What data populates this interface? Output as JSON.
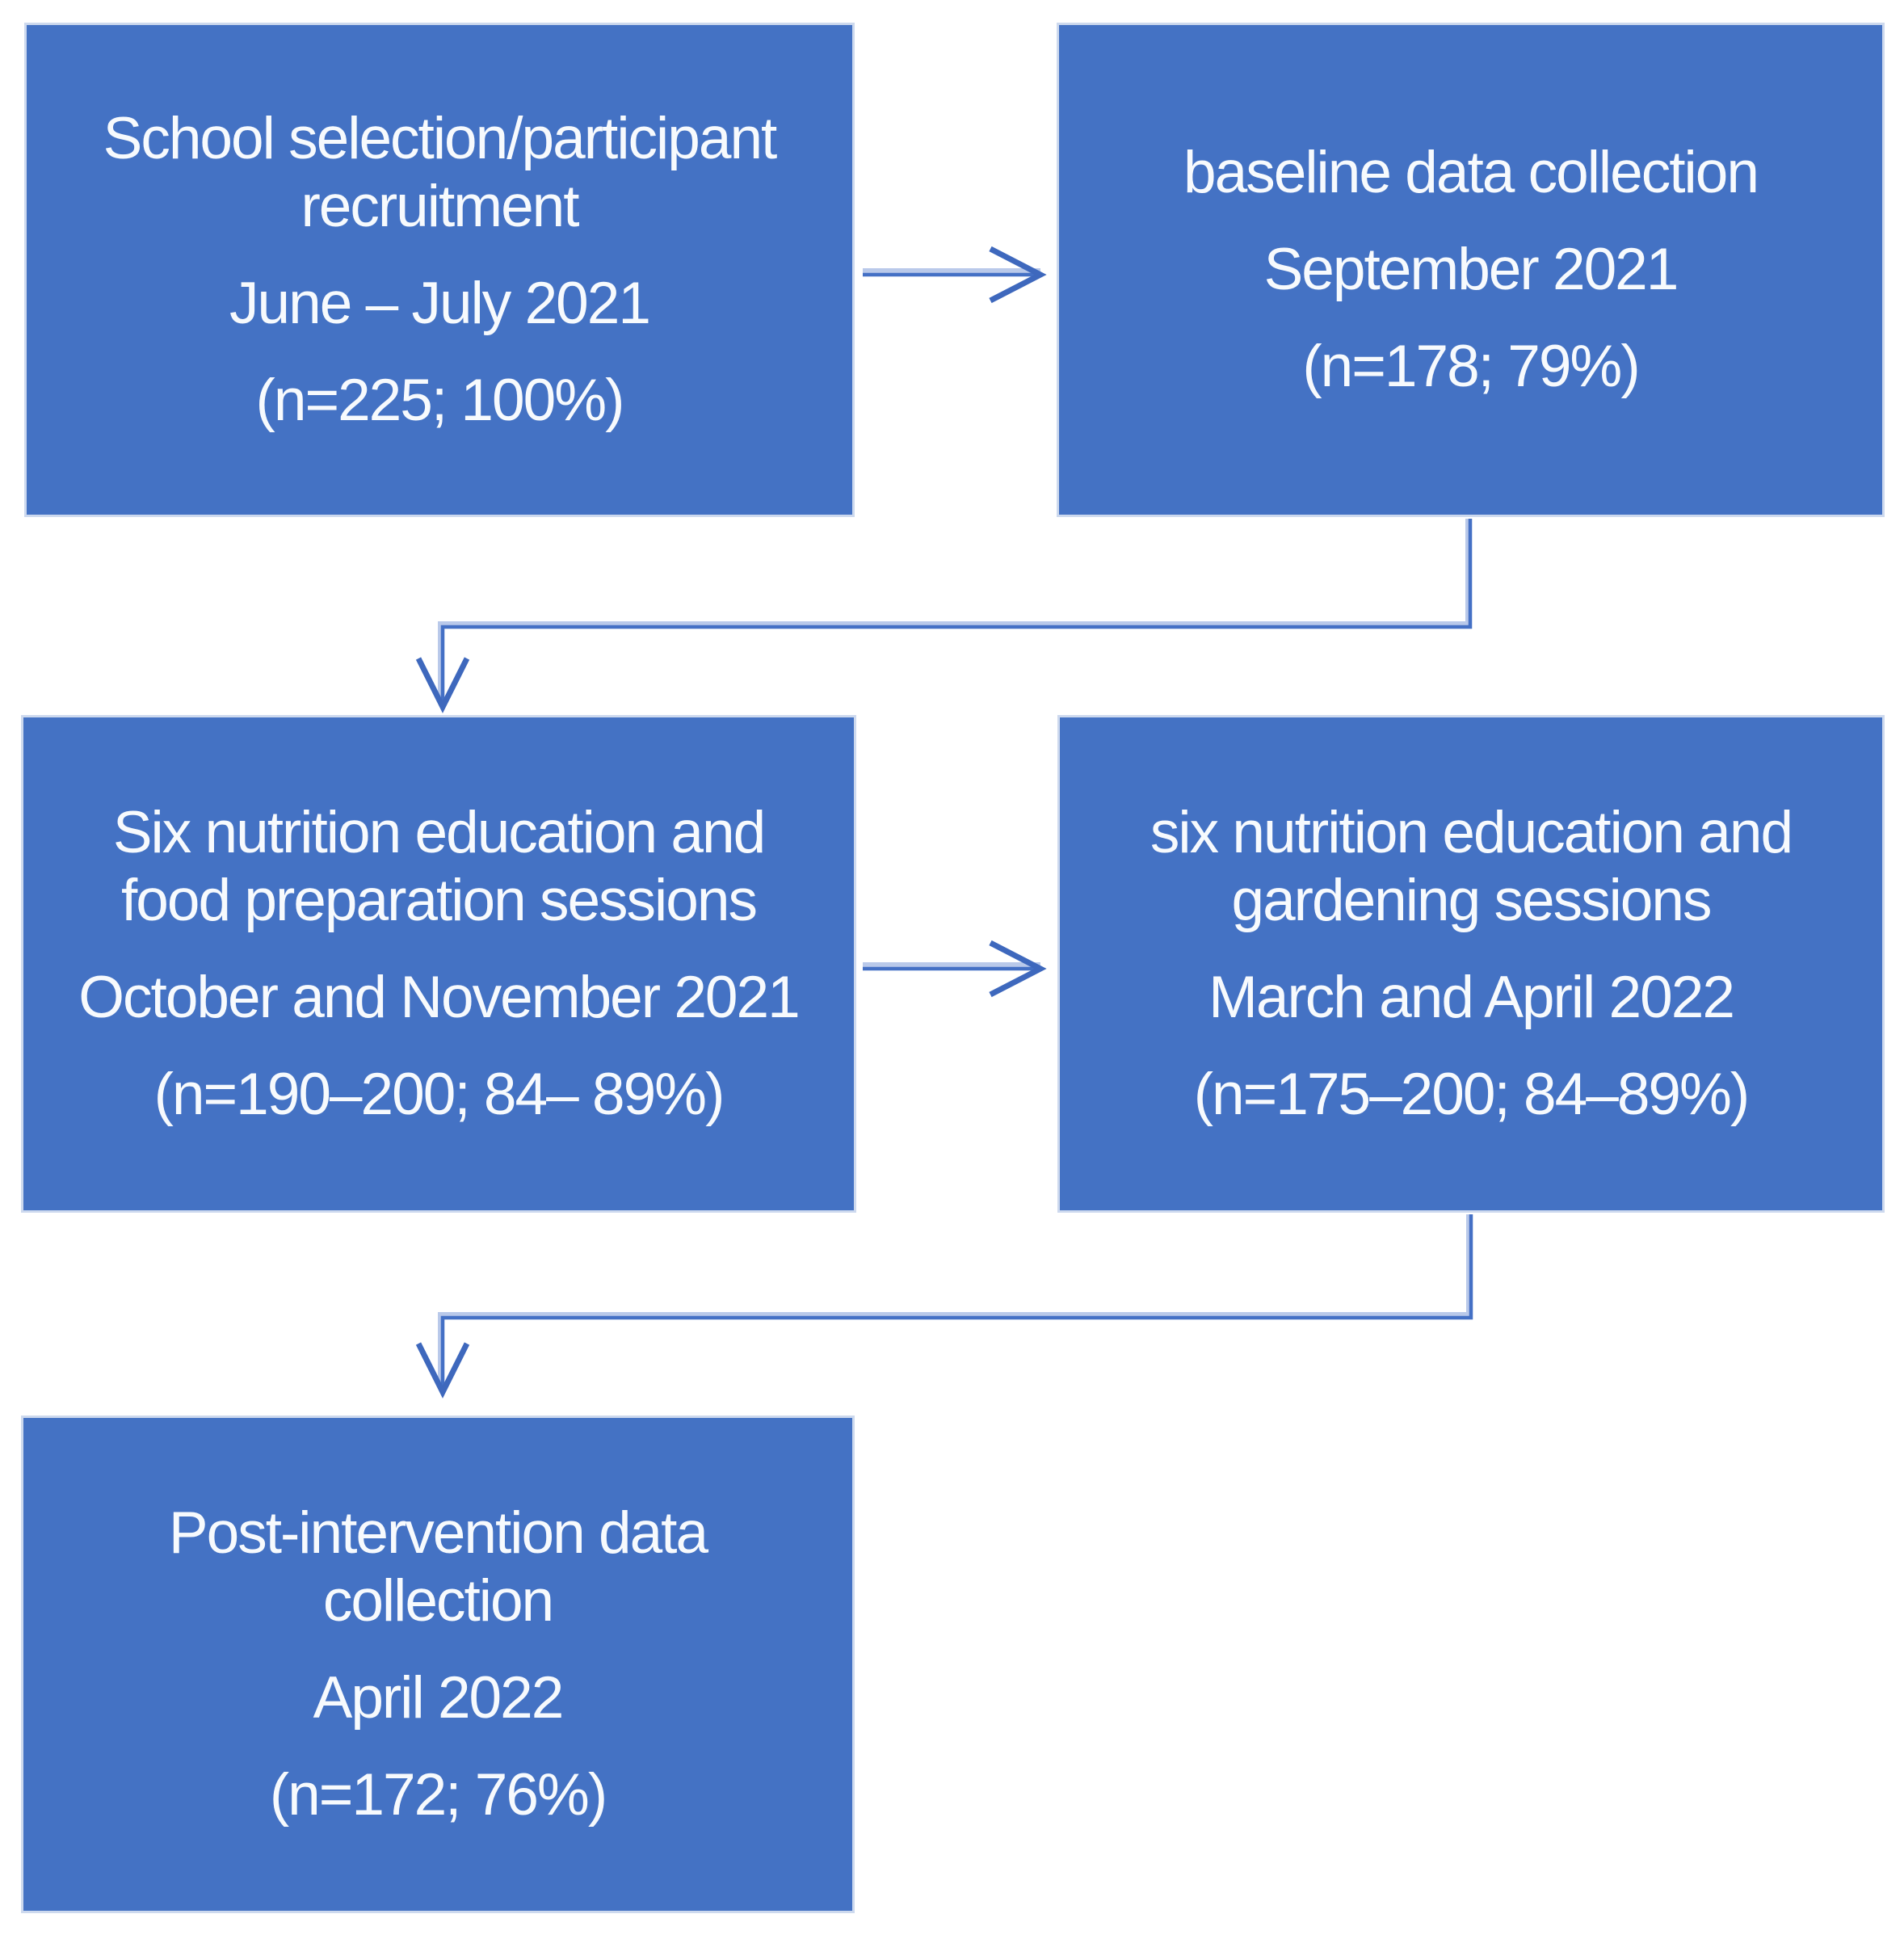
{
  "flowchart": {
    "boxes": [
      {
        "id": "school-selection",
        "title_lines": [
          "School selection/participant",
          "recruitment"
        ],
        "date": "June – July 2021",
        "stats": "(n=225; 100%)"
      },
      {
        "id": "baseline-data-collection",
        "title_lines": [
          "baseline data collection"
        ],
        "date": "September 2021",
        "stats": "(n=178; 79%)"
      },
      {
        "id": "nutrition-food-preparation",
        "title_lines": [
          "Six nutrition education and",
          "food preparation sessions"
        ],
        "date": "October and November 2021",
        "stats": "(n=190–200; 84– 89%)"
      },
      {
        "id": "nutrition-gardening",
        "title_lines": [
          "six nutrition education and",
          "gardening sessions"
        ],
        "date": "March and April 2022",
        "stats": "(n=175–200; 84–89%)"
      },
      {
        "id": "post-intervention-data-collection",
        "title_lines": [
          "Post-intervention data",
          "collection"
        ],
        "date": "April 2022",
        "stats": "(n=172; 76%)"
      }
    ],
    "colors": {
      "box_fill": "#4472C4",
      "box_border": "#CDD9EE",
      "arrow_main": "#4470C5",
      "arrow_head": "#3E68BD",
      "arrow_halo": "#B9C9EA",
      "text": "#F7FAFD"
    }
  }
}
